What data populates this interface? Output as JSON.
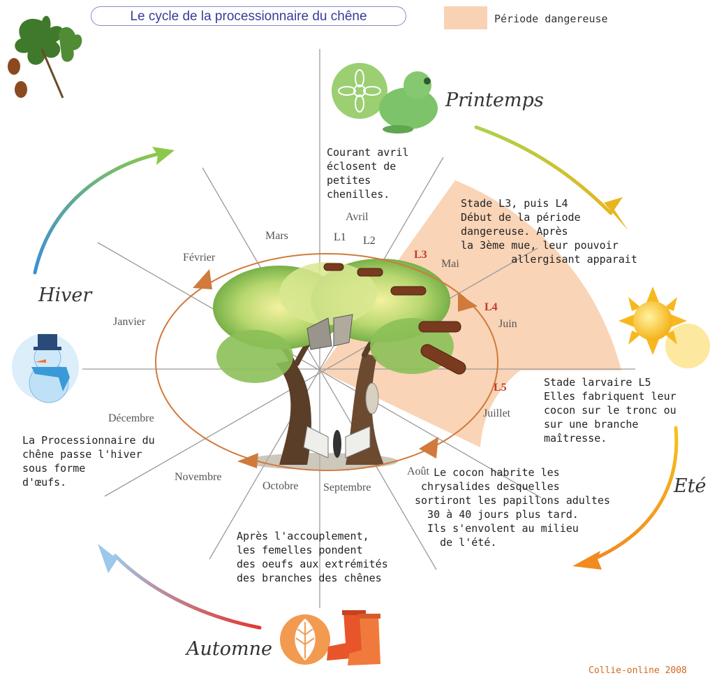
{
  "title": "Le cycle de la processionnaire du chêne",
  "legend": {
    "label": "Période dangereuse",
    "color": "#f9d2b3"
  },
  "seasons": {
    "spring": "Printemps",
    "summer": "Eté",
    "autumn": "Automne",
    "winter": "Hiver"
  },
  "months": {
    "jan": "Janvier",
    "feb": "Février",
    "mar": "Mars",
    "apr": "Avril",
    "may": "Mai",
    "jun": "Juin",
    "jul": "Juillet",
    "aug": "Août",
    "sep": "Septembre",
    "oct": "Octobre",
    "nov": "Novembre",
    "dec": "Décembre"
  },
  "stages": {
    "l1": "L1",
    "l2": "L2",
    "l3": "L3",
    "l4": "L4",
    "l5": "L5"
  },
  "notes": {
    "april": "Courant avril\néclosent de\npetites\nchenilles.",
    "l3l4": "Stade L3, puis L4\nDébut de la période\ndangereuse. Après\nla 3ème mue, leur pouvoir\n        allergisant apparait",
    "l5": "Stade larvaire L5\nElles fabriquent leur\ncocon sur le tronc ou\nsur une branche\nmaîtresse.",
    "cocoon": "   Le cocon habrite les\n chrysalides desquelles\nsortiront les papillons adultes\n  30 à 40 jours plus tard.\n  Ils s'envolent au milieu\n    de l'été.",
    "mating": "Après l'accouplement,\nles femelles pondent\ndes oeufs aux extrémités\ndes branches des chênes",
    "winter": "La Processionnaire du\nchêne passe l'hiver\nsous forme\nd'œufs."
  },
  "icons": {
    "oak": "oak-leaves-acorns-icon",
    "frog": "frog-icon",
    "sun": "sun-icon",
    "leaf": "leaf-icon",
    "boots": "rain-boots-icon",
    "snowman": "snowman-icon",
    "tree": "oak-tree-icon",
    "moth": "moth-icon",
    "caterpillar": "caterpillar-icon"
  },
  "colors": {
    "danger": "#f9d2b3",
    "ellipse": "#d07a3c",
    "stage_label": "#c0392b",
    "credit": "#d2691e"
  },
  "credit": "Collie-online 2008"
}
